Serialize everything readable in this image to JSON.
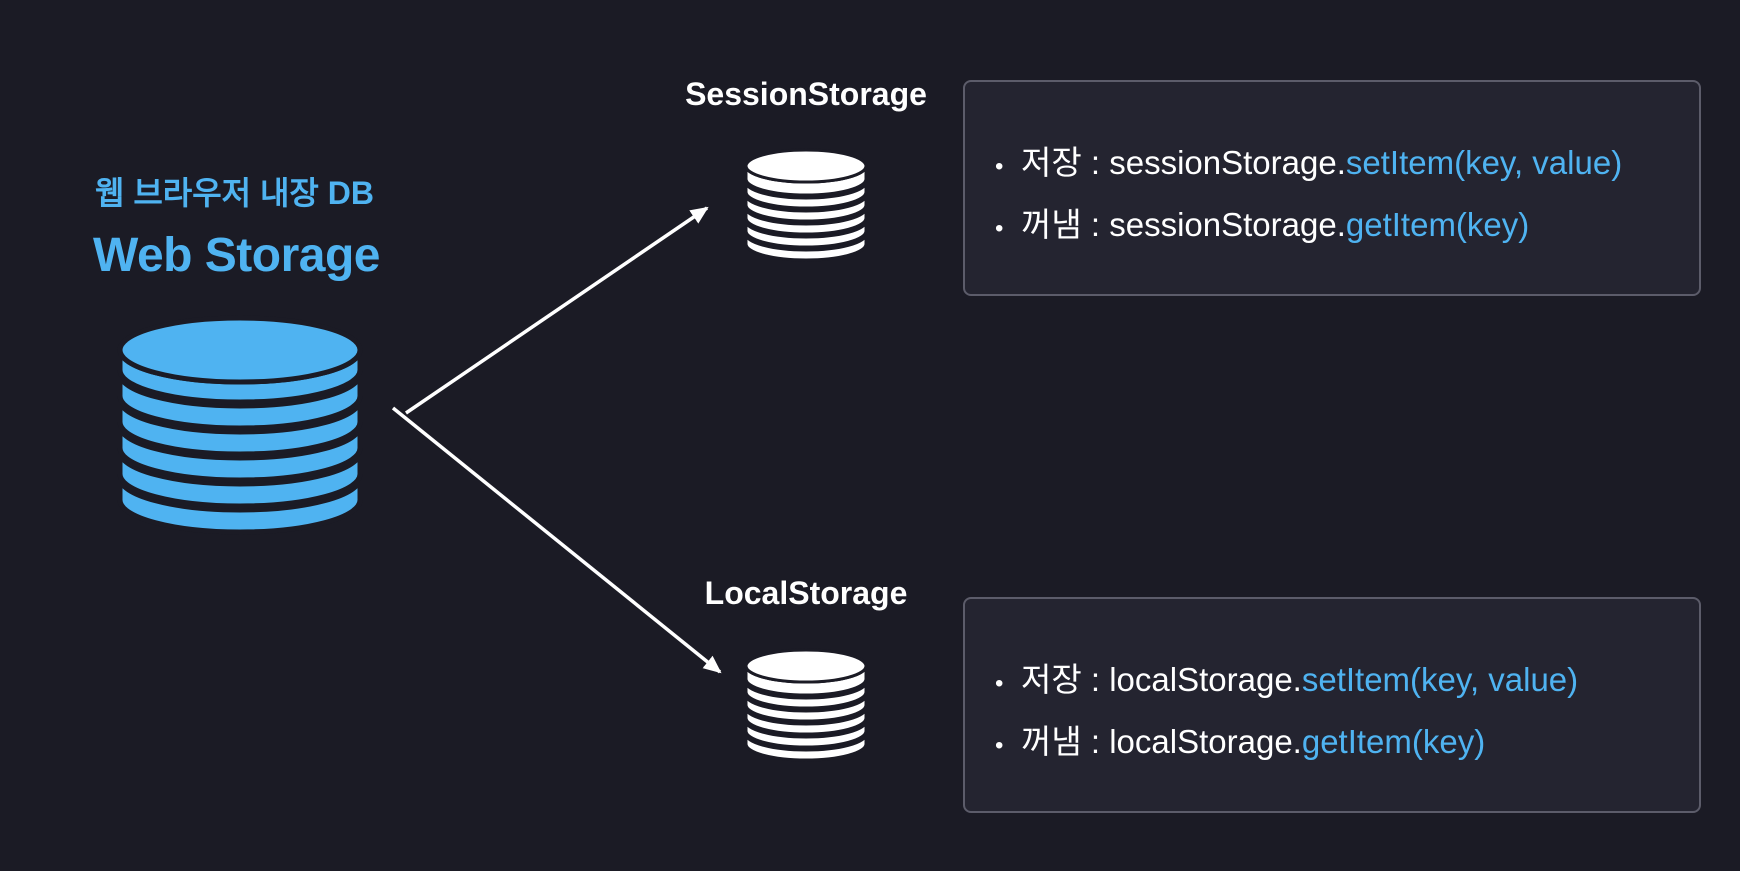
{
  "main": {
    "subtitle": "웹 브라우저 내장 DB",
    "title": "Web Storage",
    "accent": "#4fb3f1"
  },
  "session": {
    "title": "SessionStorage",
    "lines": [
      {
        "bullet": "•",
        "prefix": "저장 : sessionStorage.",
        "method": "setItem(key, value)"
      },
      {
        "bullet": "•",
        "prefix": "꺼냄 : sessionStorage.",
        "method": "getItem(key)"
      }
    ]
  },
  "local": {
    "title": "LocalStorage",
    "lines": [
      {
        "bullet": "•",
        "prefix": "저장 : localStorage.",
        "method": "setItem(key, value)"
      },
      {
        "bullet": "•",
        "prefix": "꺼냄 : localStorage.",
        "method": "getItem(key)"
      }
    ]
  },
  "icons": {
    "main_db": "database-icon",
    "session_db": "database-icon",
    "local_db": "database-icon"
  }
}
